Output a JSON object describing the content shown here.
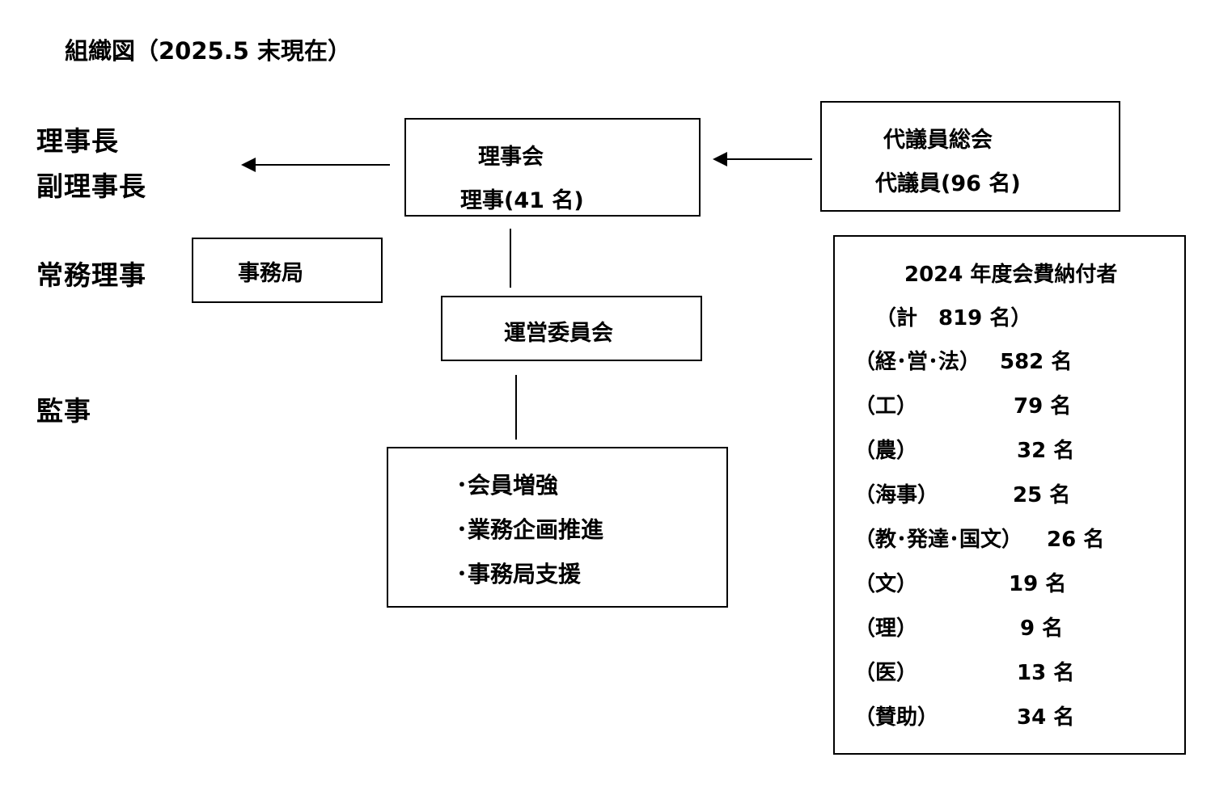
{
  "page_title": "組織図（2025.5 末現在）",
  "roles": {
    "chairman": "理事長",
    "vice_chairman": "副理事長",
    "managing_director": "常務理事",
    "auditor": "監事"
  },
  "board": {
    "title": "理事会",
    "members": "理事(41 名)"
  },
  "delegates": {
    "title": "代議員総会",
    "members": "代議員(96 名)"
  },
  "secretariat": {
    "title": "事務局"
  },
  "steering": {
    "title": "運営委員会"
  },
  "tasks": [
    "･会員増強",
    "･業務企画推進",
    "･事務局支援"
  ],
  "membership": {
    "title": "2024 年度会費納付者",
    "total": "（計　819 名）",
    "rows": [
      {
        "category": "（経･営･法）",
        "count": "582 名"
      },
      {
        "category": "（工）",
        "count": "79 名"
      },
      {
        "category": "（農）",
        "count": "32 名"
      },
      {
        "category": "（海事）",
        "count": "25 名"
      },
      {
        "category": "（教･発達･国文）",
        "count": "26 名"
      },
      {
        "category": "（文）",
        "count": "19 名"
      },
      {
        "category": "（理）",
        "count": "9 名"
      },
      {
        "category": "（医）",
        "count": "13 名"
      },
      {
        "category": "（賛助）",
        "count": "34 名"
      }
    ]
  }
}
